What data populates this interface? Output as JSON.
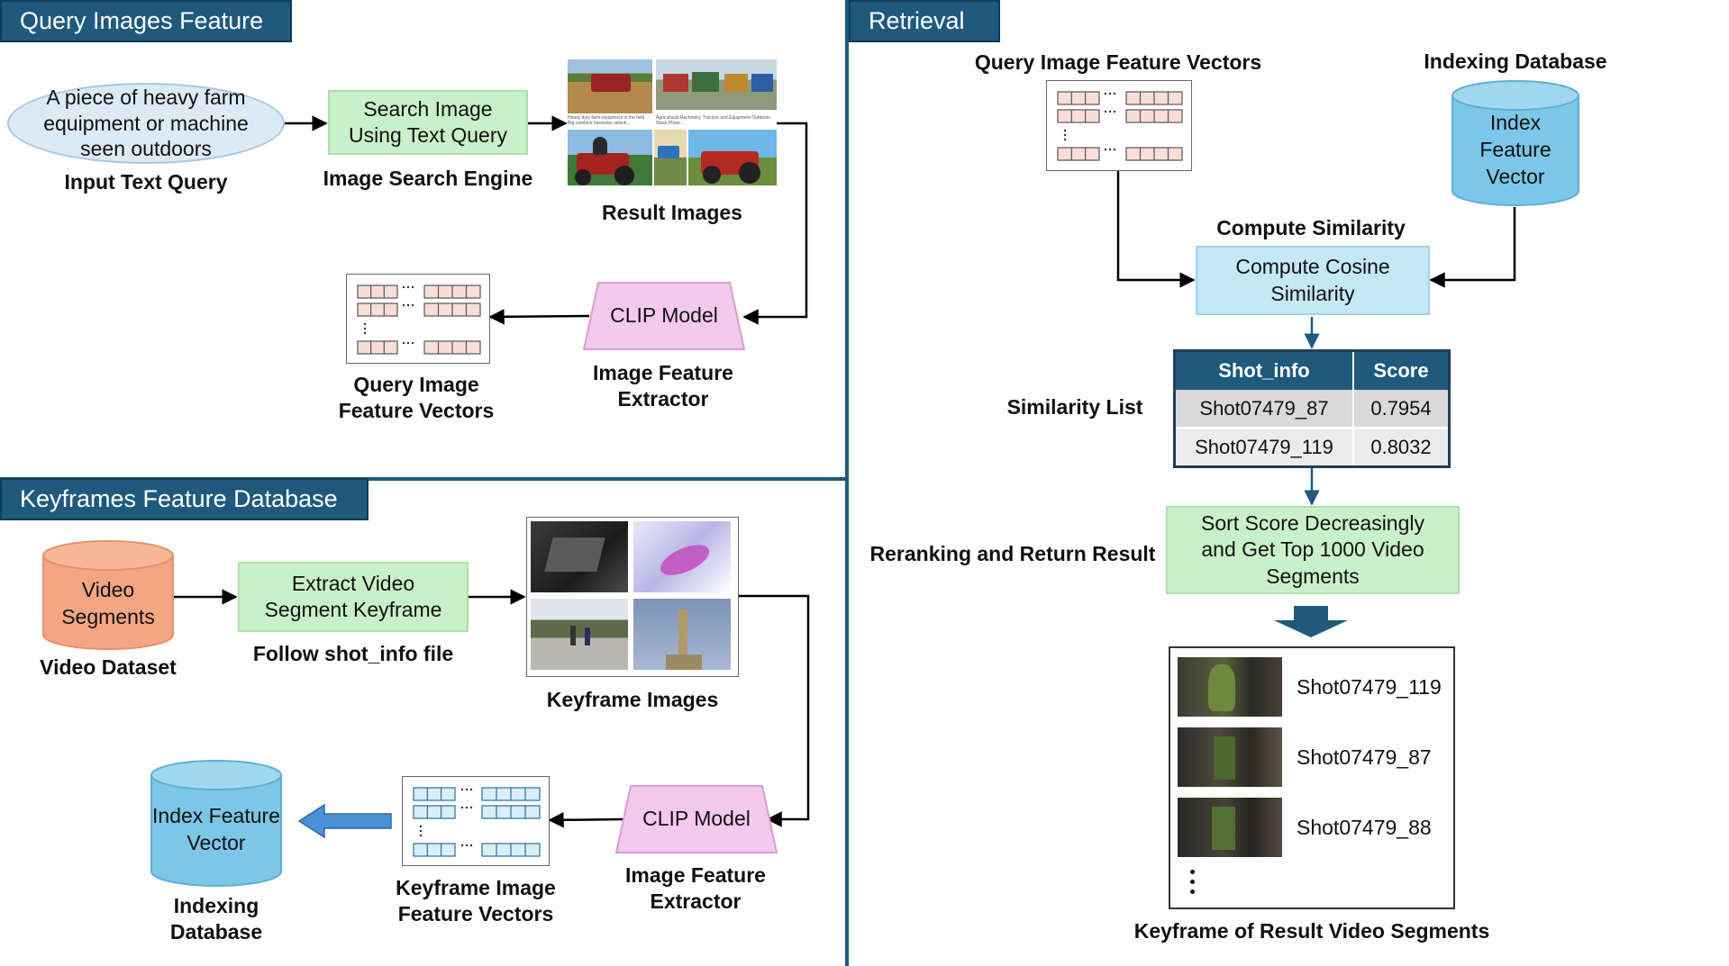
{
  "sections": {
    "query": "Query Images Feature",
    "keyframes": "Keyframes Feature Database",
    "retrieval": "Retrieval"
  },
  "query_section": {
    "text_query": "A piece of heavy farm equipment or machine seen outdoors",
    "text_query_caption": "Input Text Query",
    "search_box": "Search Image Using Text Query",
    "search_caption": "Image Search Engine",
    "result_caption": "Result Images",
    "result_thumb_captions": [
      "Heavy duty farm equipment in the field · Big combine harvester selecti...",
      "Agricultural Machinery, Tractors and Equipment Outdoors Stock Photo..."
    ],
    "clip_box": "CLIP Model",
    "clip_caption": "Image Feature Extractor",
    "vectors_caption": "Query Image Feature Vectors"
  },
  "keyframe_section": {
    "video_cyl": "Video Segments",
    "video_caption": "Video Dataset",
    "extract_box": "Extract Video Segment Keyframe",
    "extract_caption": "Follow shot_info file",
    "keyframes_caption": "Keyframe Images",
    "clip_box": "CLIP Model",
    "clip_caption": "Image Feature Extractor",
    "vectors_caption": "Keyframe Image Feature Vectors",
    "db_cyl": "Index Feature Vector",
    "db_caption": "Indexing Database"
  },
  "retrieval_section": {
    "query_vec_caption": "Query Image Feature Vectors",
    "db_caption": "Indexing Database",
    "db_cyl": "Index Feature Vector",
    "compute_caption": "Compute Similarity",
    "compute_box": "Compute Cosine Similarity",
    "similarity_label": "Similarity List",
    "table_headers": [
      "Shot_info",
      "Score"
    ],
    "table_rows": [
      {
        "shot": "Shot07479_87",
        "score": "0.7954"
      },
      {
        "shot": "Shot07479_119",
        "score": "0.8032"
      }
    ],
    "rerank_label": "Reranking and Return Result",
    "sort_box": "Sort Score Decreasingly and Get Top 1000 Video Segments",
    "results": [
      "Shot07479_119",
      "Shot07479_87",
      "Shot07479_88"
    ],
    "results_caption": "Keyframe of Result Video Segments"
  },
  "colors": {
    "section_header": "#1f5a7d",
    "green_box": "#c9f1c9",
    "blue_box": "#c4e8f6",
    "clip_pink": "#f4c9ee",
    "video_orange": "#f4a683",
    "db_blue": "#7cc6e8",
    "vector_cell_pink": "#f8ded7",
    "vector_cell_blue": "#d8eef9",
    "table_header": "#1f5a7d"
  }
}
